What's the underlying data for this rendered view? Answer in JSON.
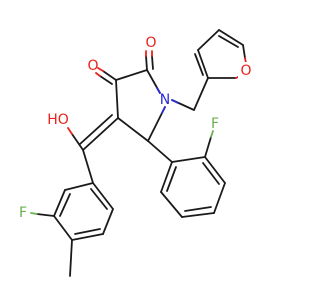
{
  "molecule": {
    "atom_labels": {
      "o_furan": "O",
      "o_ketone3": "O",
      "o_ketone2": "O",
      "n_ring": "N",
      "o_hydroxy": "HO",
      "f_aryl_right": "F",
      "f_aryl_left": "F"
    },
    "colors": {
      "bond": "#1a1a1a",
      "oxygen": "#e8221b",
      "nitrogen": "#2a2ad8",
      "fluorine": "#6ab04c",
      "background": "#ffffff"
    }
  }
}
